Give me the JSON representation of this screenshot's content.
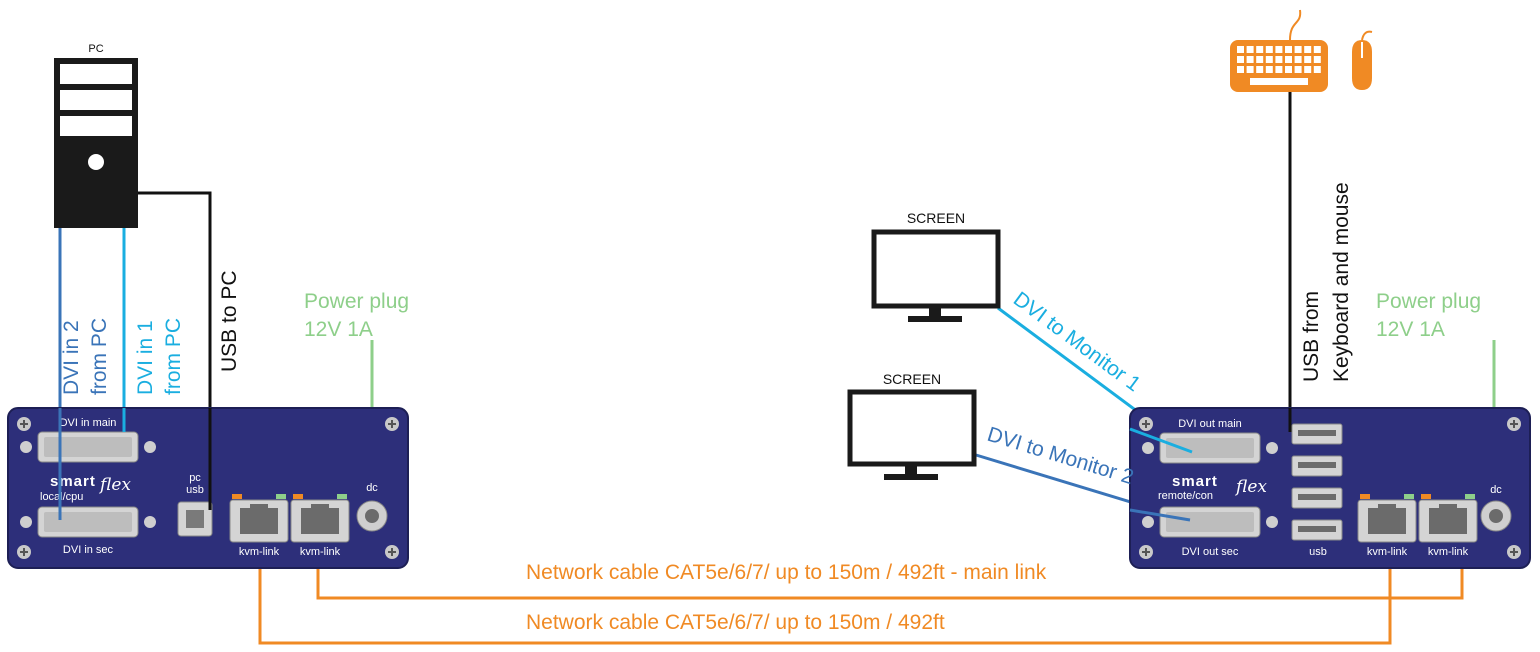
{
  "colors": {
    "panel": "#2d2f7a",
    "dark": "#1a1a1a",
    "dvi_main": "#1aaee0",
    "dvi_sec": "#3a74b8",
    "power": "#8ecf8a",
    "network": "#f08a24",
    "usb": "#111111"
  },
  "pc": {
    "label": "PC"
  },
  "screens": {
    "screen1_label": "SCREEN",
    "screen2_label": "SCREEN"
  },
  "cables": {
    "dvi_in_2": [
      "DVI in 2",
      "from PC"
    ],
    "dvi_in_1": [
      "DVI in 1",
      "from PC"
    ],
    "usb_to_pc": "USB to PC",
    "power_left": [
      "Power plug",
      "12V 1A"
    ],
    "power_right": [
      "Power plug",
      "12V 1A"
    ],
    "dvi_monitor_1": "DVI to Monitor 1",
    "dvi_monitor_2": "DVI to Monitor 2",
    "usb_keyboard": [
      "USB from",
      "Keyboard and mouse"
    ],
    "network_main": "Network cable CAT5e/6/7/ up to 150m / 492ft - main link",
    "network_second": "Network cable CAT5e/6/7/ up to 150m / 492ft"
  },
  "local_unit": {
    "dvi_in_main": "DVI in main",
    "dvi_in_sec": "DVI in sec",
    "brand": "smart",
    "brand_script": "flex",
    "unit_type": "local/cpu",
    "pc_usb": [
      "pc",
      "usb"
    ],
    "kvm_link_1": "kvm-link",
    "kvm_link_2": "kvm-link",
    "dc": "dc"
  },
  "remote_unit": {
    "dvi_out_main": "DVI out main",
    "dvi_out_sec": "DVI out sec",
    "brand": "smart",
    "brand_script": "flex",
    "unit_type": "remote/con",
    "usb": "usb",
    "kvm_link_1": "kvm-link",
    "kvm_link_2": "kvm-link",
    "dc": "dc"
  },
  "icons": {
    "pc": "pc-tower-icon",
    "screen": "monitor-icon",
    "keyboard": "keyboard-icon",
    "mouse": "mouse-icon"
  }
}
